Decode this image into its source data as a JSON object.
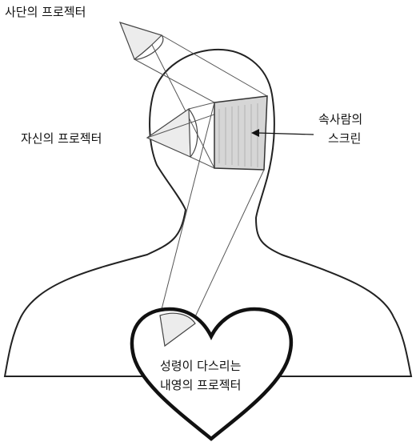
{
  "labels": {
    "satan_projector": "사단의 프로젝터",
    "self_projector": "자신의 프로젝터",
    "inner_screen_line1": "속사람의",
    "inner_screen_line2": "스크린",
    "spirit_projector_line1": "성령이 다스리는",
    "spirit_projector_line2": "내영의 프로젝터"
  },
  "colors": {
    "outline": "#222222",
    "screen_fill": "#d6d6d6",
    "heart_stroke": "#111111"
  },
  "icons": {
    "pointer": "arrow-pointer-icon"
  }
}
